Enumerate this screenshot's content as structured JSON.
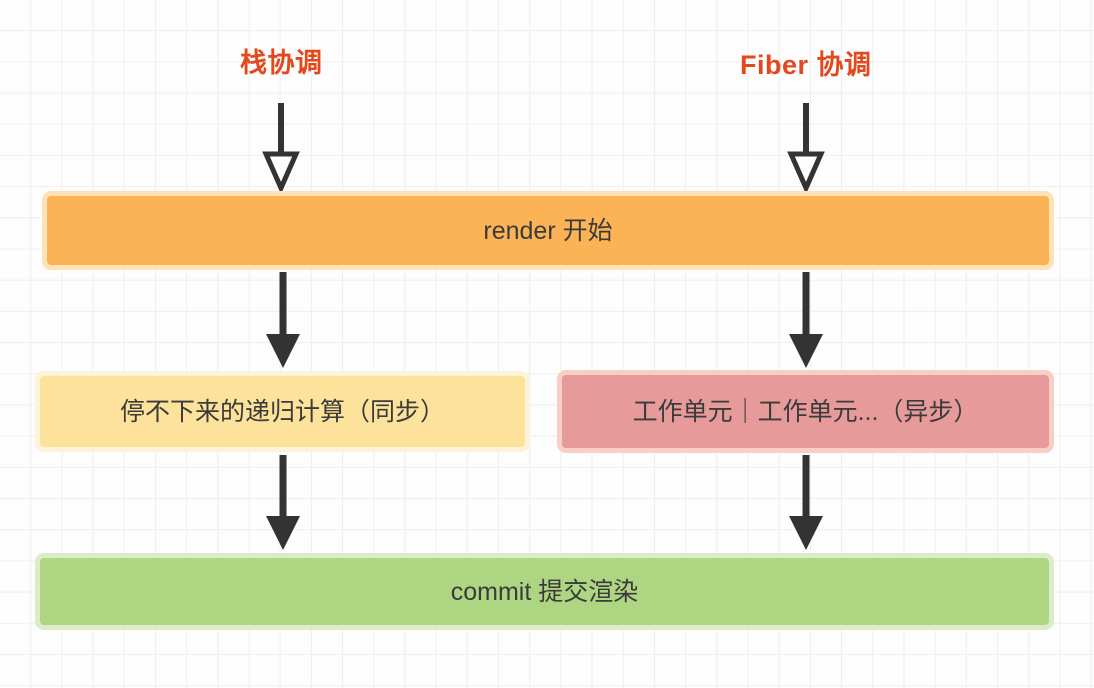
{
  "diagram": {
    "type": "flowchart",
    "background": "#fdfdfd",
    "grid": true,
    "accent_color": "#e2491d",
    "columns": [
      {
        "key": "stack",
        "label": "栈协调"
      },
      {
        "key": "fiber",
        "label": "Fiber 协调"
      }
    ],
    "nodes": [
      {
        "id": "render",
        "label": "render 开始",
        "fill": "#fbb355",
        "border": "#fde3b7",
        "span": "both"
      },
      {
        "id": "sync",
        "label": "停不下来的递归计算（同步）",
        "fill": "#fde29b",
        "border": "#fdf3d9",
        "span": "stack"
      },
      {
        "id": "async",
        "label": "工作单元｜工作单元...（异步）",
        "fill": "#e69a9a",
        "border": "#f8cfc6",
        "span": "fiber"
      },
      {
        "id": "commit",
        "label": "commit 提交渲染",
        "fill": "#aed581",
        "border": "#dcecca",
        "span": "both"
      }
    ],
    "edges": [
      {
        "id": "stack-into-render",
        "from": "栈协调",
        "to": "render 开始",
        "head": "hollow",
        "color": "#333333"
      },
      {
        "id": "fiber-into-render",
        "from": "Fiber 协调",
        "to": "render 开始",
        "head": "hollow",
        "color": "#333333"
      },
      {
        "id": "render-to-sync",
        "from": "render 开始",
        "to": "停不下来的递归计算（同步）",
        "head": "solid",
        "color": "#333333"
      },
      {
        "id": "render-to-async",
        "from": "render 开始",
        "to": "工作单元｜工作单元...（异步）",
        "head": "solid",
        "color": "#333333"
      },
      {
        "id": "sync-to-commit",
        "from": "停不下来的递归计算（同步）",
        "to": "commit 提交渲染",
        "head": "solid",
        "color": "#333333"
      },
      {
        "id": "async-to-commit",
        "from": "工作单元｜工作单元...（异步）",
        "to": "commit 提交渲染",
        "head": "solid",
        "color": "#333333"
      }
    ]
  }
}
